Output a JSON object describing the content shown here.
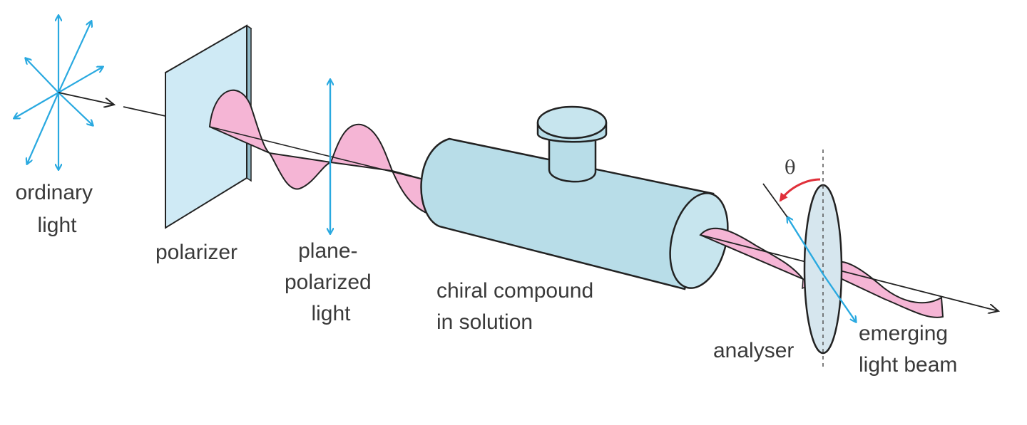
{
  "labels": {
    "ordinary_light": [
      "ordinary",
      "light"
    ],
    "polarizer": "polarizer",
    "plane_polarized_light": [
      "plane-",
      "polarized",
      "light"
    ],
    "chiral_compound": [
      "chiral compound",
      "in solution"
    ],
    "analyser": "analyser",
    "emerging_light_beam": [
      "emerging",
      "light beam"
    ],
    "angle_symbol": "θ"
  },
  "colors": {
    "light_arrows": "#29a9e0",
    "wave_fill": "#f5b5d5",
    "polarizer_fill": "#cfeaf5",
    "tube_fill": "#b8dde8",
    "analyser_fill": "#d6e6ee",
    "rotation_arrow": "#e0303a",
    "outline": "#222222"
  }
}
